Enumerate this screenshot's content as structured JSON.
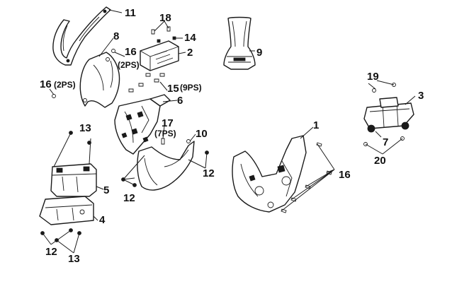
{
  "diagram": {
    "labels": {
      "l1": "1",
      "l2": "2",
      "l3": "3",
      "l4": "4",
      "l5": "5",
      "l6": "6",
      "l7": "7",
      "l8": "8",
      "l9": "9",
      "l10": "10",
      "l11": "11",
      "l12a": "12",
      "l12b": "12",
      "l12c": "12",
      "l13a": "13",
      "l13b": "13",
      "l14": "14",
      "l15": "15",
      "l15q": "(9PS)",
      "l16a": "16",
      "l16aq": "(2PS)",
      "l16b": "16",
      "l16bq": "(2PS)",
      "l16c": "16",
      "l17": "17",
      "l17q": "(7PS)",
      "l18": "18",
      "l19": "19",
      "l20": "20"
    }
  }
}
